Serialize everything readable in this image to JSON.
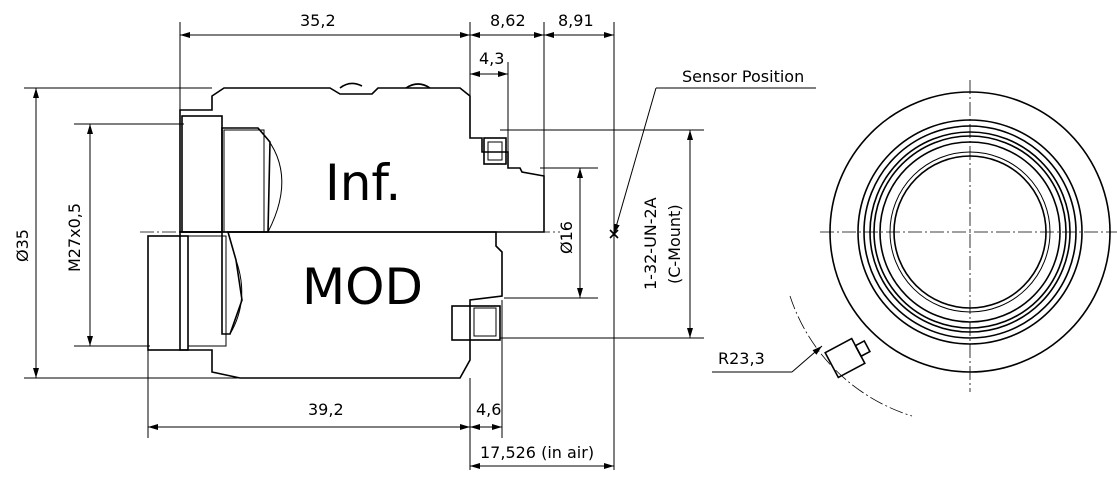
{
  "colors": {
    "line": "#000000",
    "background": "#ffffff"
  },
  "labels": {
    "inf": "Inf.",
    "mod": "MOD",
    "sensor_position": "Sensor Position",
    "c_mount_thread": "1-32-UN-2A",
    "c_mount_name": "(C-Mount)",
    "radius": "R23,3"
  },
  "dimensions": {
    "length_inf": "35,2",
    "flange_step": "8,62",
    "flange_to_sensor": "8,91",
    "thread_length": "4,3",
    "length_mod": "39,2",
    "mount_length": "4,6",
    "flange_back_air": "17,526 (in air)",
    "outer_diameter": "Ø35",
    "filter_thread": "M27x0,5",
    "rear_diameter": "Ø16"
  }
}
